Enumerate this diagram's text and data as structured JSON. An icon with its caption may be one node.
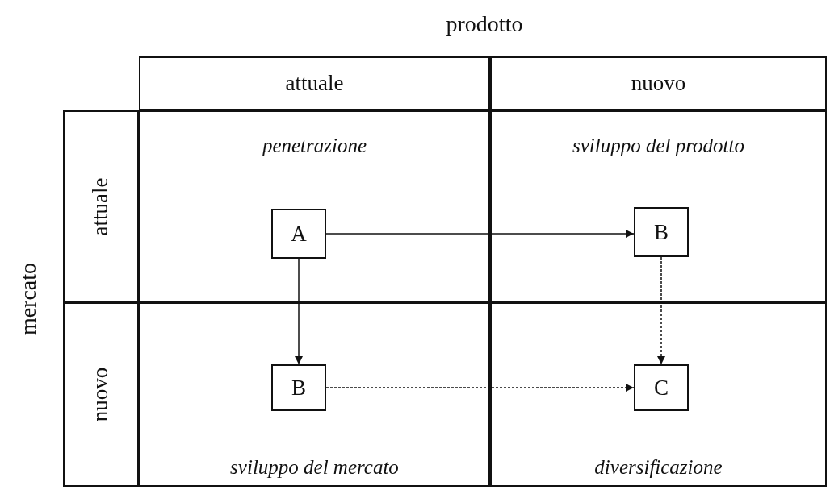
{
  "diagram": {
    "title": "prodotto",
    "nodes": [
      {
        "text": [
          "penetrazione"
        ]
      },
      {
        "text": [
          "A"
        ],
        "in": 0
      },
      {
        "text": [
          "sviluppo del prodotto"
        ]
      },
      {
        "text": [
          "B"
        ],
        "in": 2
      },
      {
        "text": [
          "sviluppo del mercato"
        ]
      },
      {
        "text": [
          "B"
        ],
        "in": 4
      },
      {
        "text": [
          "diversificazione"
        ]
      },
      {
        "text": [
          "C"
        ],
        "in": 6
      }
    ],
    "edges": [
      {
        "from": 1,
        "to": 3,
        "arrow": "to"
      },
      {
        "from": 1,
        "to": 5,
        "arrow": "to"
      },
      {
        "from": 3,
        "to": 7,
        "arrow": "to",
        "style": "dashed"
      },
      {
        "from": 5,
        "to": 7,
        "arrow": "to",
        "style": "dashed"
      }
    ],
    "labels": [
      "attuale",
      "nuovo",
      "mercato",
      "attuale",
      "nuovo"
    ]
  }
}
